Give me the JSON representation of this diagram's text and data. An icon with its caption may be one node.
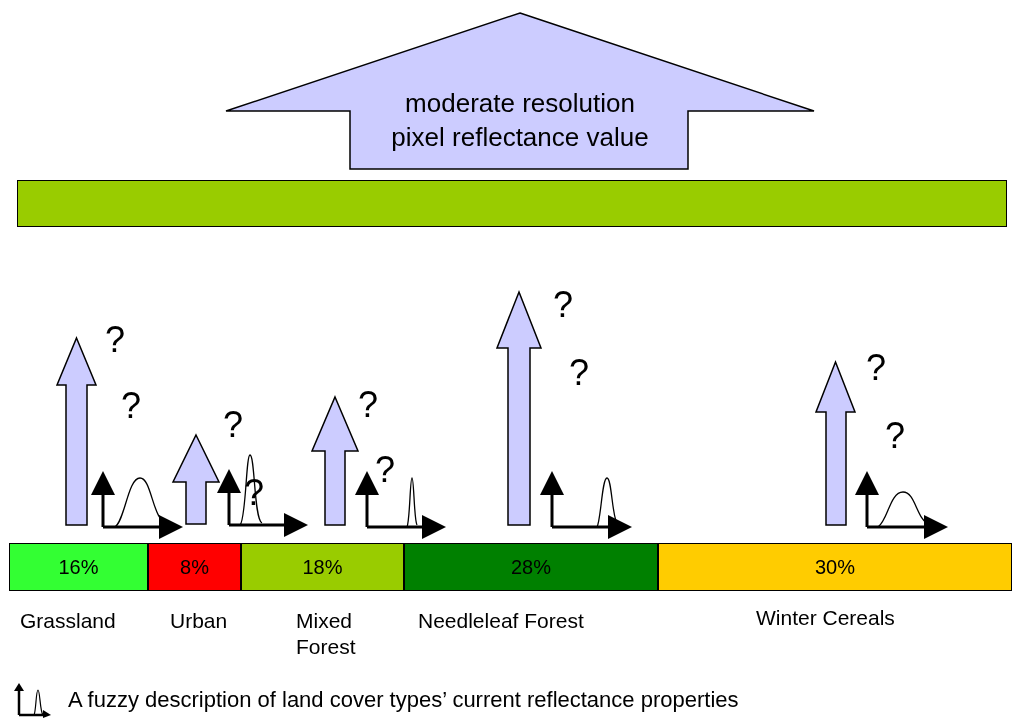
{
  "diagram": {
    "nodes": [
      {
        "text": [
          "moderate resolution pixel reflectance value"
        ]
      },
      {
        "text": [],
        "shape": "bar"
      },
      {
        "text": [
          "16%"
        ],
        "beside": [
          "Grassland"
        ]
      },
      {
        "text": [
          "8%"
        ],
        "beside": [
          "Urban"
        ]
      },
      {
        "text": [
          "18%"
        ],
        "beside": [
          "Mixed Forest"
        ]
      },
      {
        "text": [
          "28%"
        ],
        "beside": [
          "Needleleaf Forest"
        ]
      },
      {
        "text": [
          "30%"
        ],
        "beside": [
          "Winter Cereals"
        ]
      }
    ],
    "labels": [
      "?",
      "?",
      "?",
      "?",
      "?",
      "?",
      "?",
      "?",
      "?",
      "?"
    ],
    "legend": [
      {
        "text": "A fuzzy description of land cover types’ current reflectance properties"
      }
    ]
  }
}
